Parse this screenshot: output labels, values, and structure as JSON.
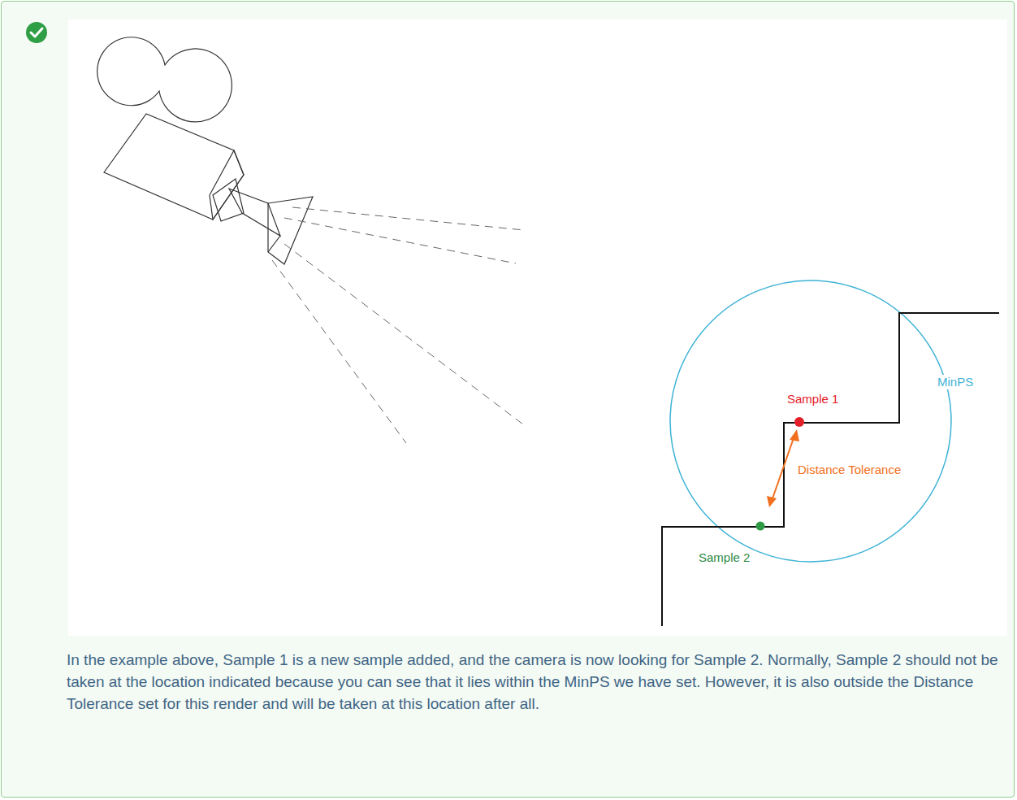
{
  "diagram": {
    "caption": "In the example above, Sample 1 is a new sample added, and the camera is now looking for Sample 2. Normally, Sample 2 should not be taken at the location indicated because you can see that it lies within the MinPS we have set. However, it is also outside the Distance Tolerance set for this render and will be taken at this location after all.",
    "labels": [
      "Sample 1",
      "Distance Tolerance",
      "MinPS",
      "Sample 2"
    ]
  }
}
